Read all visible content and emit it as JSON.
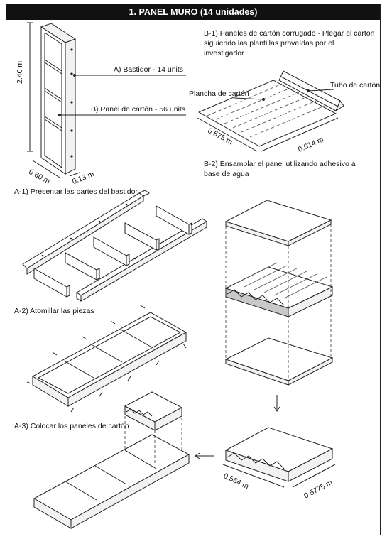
{
  "header": {
    "title": "1. PANEL MURO (14 unidades)"
  },
  "frame_diagram": {
    "height_label": "2.40 m",
    "width_label": "0.60 m",
    "depth_label": "0.13 m",
    "bastidor_label": "A) Bastidor - 14 units",
    "panel_label": "B) Panel de cartón - 56 units"
  },
  "step_b1": {
    "text": "B-1) Paneles de cartón corrugado - Plegar el carton siguiendo las plantillas proveídas por el investigador",
    "plancha_label": "Plancha de cartón",
    "tubo_label": "Tubo de cartón",
    "dim_a": "0.575 m",
    "dim_b": "0.614 m"
  },
  "step_b2": {
    "text": "B-2) Ensamblar el panel utilizando adhesivo a base de agua",
    "dim_a": "0.564 m",
    "dim_b": "0.5775 m"
  },
  "step_a1": {
    "text": "A-1) Presentar las partes del bastidor"
  },
  "step_a2": {
    "text": "A-2) Atomillar las piezas"
  },
  "step_a3": {
    "text": "A-3) Colocar los paneles de cartón"
  }
}
